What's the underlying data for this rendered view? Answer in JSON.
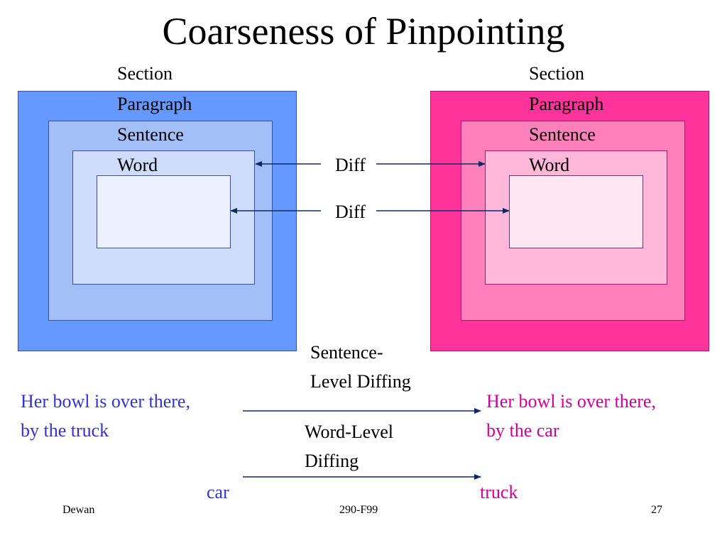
{
  "title": "Coarseness of Pinpointing",
  "left_levels": [
    "Section",
    "Paragraph",
    "Sentence",
    "Word"
  ],
  "right_levels": [
    "Section",
    "Paragraph",
    "Sentence",
    "Word"
  ],
  "diff_labels": [
    "Diff",
    "Diff"
  ],
  "sentence_level": {
    "line1": "Sentence-",
    "line2": "Level Diffing"
  },
  "word_level": {
    "line1": "Word-Level",
    "line2": "Diffing"
  },
  "left_text": {
    "line1": "Her bowl is over there,",
    "line2": "by the truck"
  },
  "right_text": {
    "line1": "Her bowl is over there,",
    "line2": "by the car"
  },
  "left_word": "car",
  "right_word": "truck",
  "footer": {
    "left": "Dewan",
    "center": "290-F99",
    "right": "27"
  },
  "colors": {
    "blue_outer": "#6699ff",
    "blue_mid": "#a3bff7",
    "blue_inner": "#d0dcfb",
    "blue_core": "#ebf1fe",
    "pink_outer": "#ff3399",
    "pink_mid": "#ff80bb",
    "pink_inner": "#ffb8d9",
    "pink_core": "#ffe6f2",
    "blue_text": "#3333cc",
    "pink_text": "#cc0099",
    "arrow": "#0d2a66"
  }
}
